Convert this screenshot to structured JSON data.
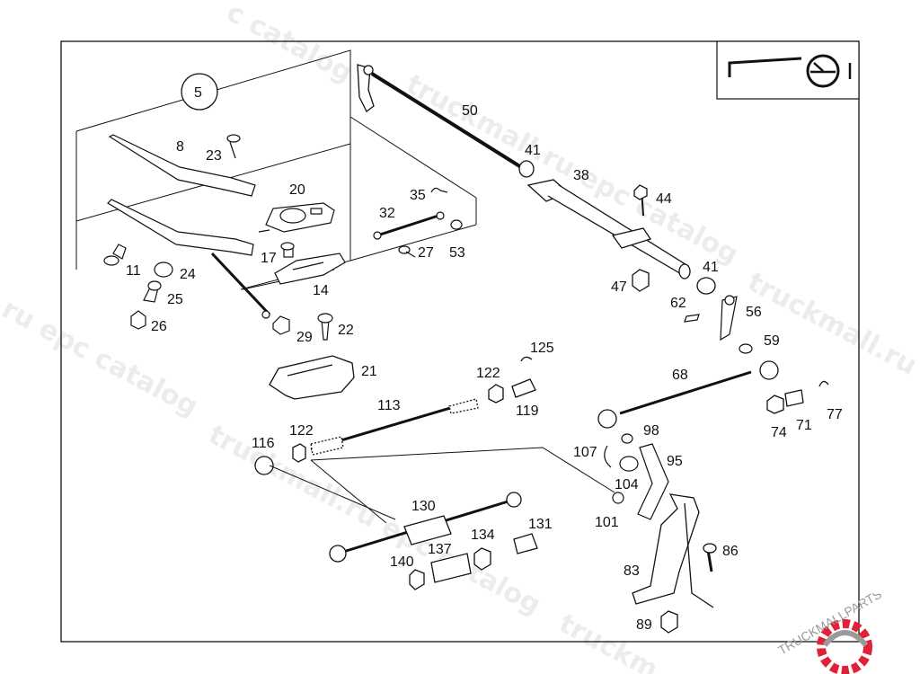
{
  "diagram": {
    "callout_number": "5",
    "part_labels": {
      "p8": "8",
      "p23": "23",
      "p20": "20",
      "p11": "11",
      "p24": "24",
      "p25": "25",
      "p26": "26",
      "p17": "17",
      "p14": "14",
      "p29": "29",
      "p22": "22",
      "p21": "21",
      "p32": "32",
      "p35": "35",
      "p27": "27",
      "p53": "53",
      "p50": "50",
      "p41a": "41",
      "p38": "38",
      "p44": "44",
      "p41b": "41",
      "p47": "47",
      "p62": "62",
      "p56": "56",
      "p59": "59",
      "p125": "125",
      "p122a": "122",
      "p119": "119",
      "p68": "68",
      "p113": "113",
      "p122b": "122",
      "p116": "116",
      "p74": "74",
      "p71": "71",
      "p77": "77",
      "p98": "98",
      "p107": "107",
      "p95": "95",
      "p104": "104",
      "p101": "101",
      "p130": "130",
      "p131": "131",
      "p134": "134",
      "p137": "137",
      "p140": "140",
      "p83": "83",
      "p86": "86",
      "p89": "89"
    },
    "watermark_text": "truckmall.ru epc catalog",
    "logo_text": "TRUCKMALLPARTS",
    "colors": {
      "line": "#111111",
      "logo_red": "#e0213a",
      "logo_gray": "#9a9a9a"
    }
  }
}
